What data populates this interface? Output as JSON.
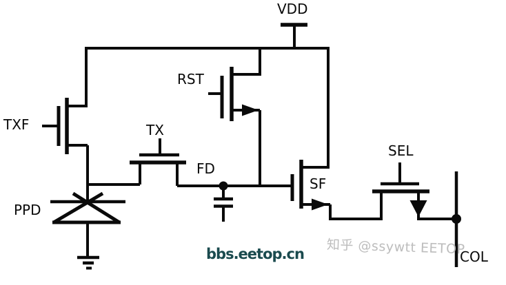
{
  "diagram": {
    "labels": {
      "vdd": "VDD",
      "rst": "RST",
      "txf": "TXF",
      "tx": "TX",
      "fd": "FD",
      "ppd": "PPD",
      "sf": "SF",
      "sel": "SEL",
      "col": "COL"
    },
    "watermarks": {
      "forum": "bbs.eetop.cn",
      "attribution": "知乎 @ssywtt EETOP"
    },
    "colors": {
      "line": "#0a0a0a",
      "forum_watermark": "#1a4a4e",
      "attribution_watermark": "#bdbdbd",
      "background": "#ffffff"
    },
    "components": [
      {
        "id": "PPD",
        "type": "pinned-photodiode"
      },
      {
        "id": "TXF",
        "type": "nmos-transistor"
      },
      {
        "id": "TX",
        "type": "nmos-transistor"
      },
      {
        "id": "RST",
        "type": "nmos-transistor"
      },
      {
        "id": "SF",
        "type": "nmos-transistor"
      },
      {
        "id": "SEL",
        "type": "nmos-transistor"
      },
      {
        "id": "FD",
        "type": "floating-diffusion-node-with-capacitor"
      },
      {
        "id": "VDD",
        "type": "power-supply"
      },
      {
        "id": "COL",
        "type": "column-output-line"
      }
    ]
  }
}
